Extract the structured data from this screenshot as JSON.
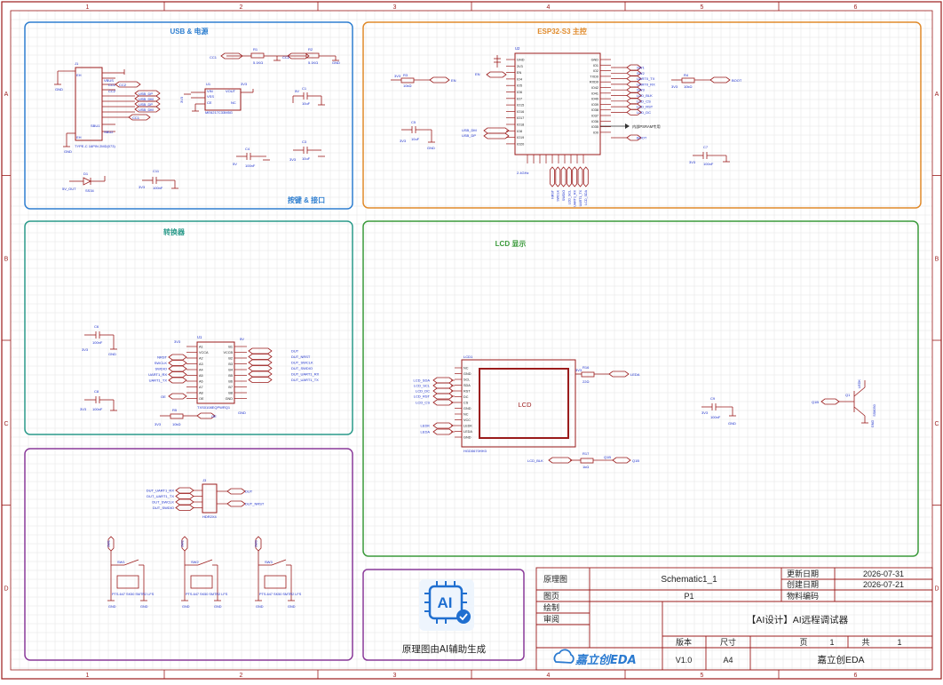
{
  "colors": {
    "grid": "#e3e3e3",
    "frame": "#9b1b1b",
    "wire": "#9b1b1b",
    "label": "#1a2ecc",
    "usb": "#2f7fd0",
    "esp": "#e08a2a",
    "conv": "#2a9a8a",
    "lcd": "#3a9a3a",
    "keys": "#8a3a9a",
    "ai": "#8a3a9a"
  },
  "frame": {
    "top_numbers": [
      "1",
      "2",
      "3",
      "4",
      "5",
      "6"
    ],
    "side_letters": [
      "A",
      "B",
      "C",
      "D"
    ]
  },
  "sections": {
    "usb": {
      "title": "USB & 电源"
    },
    "esp": {
      "title": "ESP32-S3 主控"
    },
    "keys_iface": {
      "title": "按键 & 接口"
    },
    "converter": {
      "title": "转换器"
    },
    "lcd": {
      "title": "LCD 显示",
      "screen_label": "LCD"
    },
    "ai_note": {
      "icon": "ai-chip-icon",
      "icon_text": "AI",
      "caption": "原理图由AI辅助生成"
    }
  },
  "usb_section": {
    "labels": [
      "USB_DP",
      "USB_DM",
      "USB_DP",
      "USB_DM",
      "CC2",
      "CC1",
      "CC1",
      "CC2",
      "5V_OUT",
      "D1",
      "SS34",
      "U1",
      "VIN",
      "VSS",
      "CE",
      "VOUT",
      "NC",
      "ME6217C33M5G",
      "C1",
      "10uF",
      "C4",
      "100nF",
      "C3",
      "10uF",
      "C11",
      "100nF",
      "R1",
      "5.1KΩ",
      "R2",
      "5.1KΩ",
      "3V3",
      "5V",
      "GND",
      "J1",
      "TYPE-C 16PIN 2MD(073)",
      "EH",
      "EH",
      "SBU1",
      "SBU2",
      "VBUS"
    ]
  },
  "esp_section": {
    "chip_ref": "U2",
    "left_pins": [
      "GND",
      "3V3",
      "EN",
      "IO4",
      "IO5",
      "IO6",
      "IO7",
      "IO15",
      "IO16",
      "IO17",
      "IO18",
      "IO8",
      "IO19",
      "IO20"
    ],
    "right_pins": [
      "GND",
      "IO1",
      "IO2",
      "TXD0",
      "RXD0",
      "IO42",
      "IO41",
      "IO40",
      "IO39",
      "IO38",
      "IO37",
      "IO36",
      "IO35",
      "IO0"
    ],
    "right_nets": [
      "SW1",
      "SW2",
      "UART0_TX",
      "UART0_RX",
      "SW3",
      "LCD_BLK",
      "LCD_CS",
      "LCD_RST",
      "LCD_DC",
      "BOOT"
    ],
    "left_nets": [
      "EN",
      "USB_DM",
      "USB_DP"
    ],
    "misc": [
      "3V3",
      "10kΩ",
      "R3",
      "EN",
      "C5",
      "10uF",
      "GND",
      "R4",
      "10kΩ",
      "BOOT",
      "C7",
      "100nF",
      "内部PSRAM专用",
      "2.4GHz"
    ],
    "bottom_nets": [
      "NRST",
      "SWCLK",
      "SWDIO",
      "LCD_SCL",
      "UART1_RX",
      "UART1_TX",
      "LCD_SDA"
    ]
  },
  "converter_section": {
    "chip_ref": "U1",
    "chip_name": "TXS0108EQPWRQ1",
    "left_pins": [
      "A1",
      "VCCA",
      "A2",
      "A3",
      "A4",
      "A5",
      "A6",
      "A7",
      "A8",
      "OE"
    ],
    "right_pins": [
      "B1",
      "VCCB",
      "B2",
      "B3",
      "B4",
      "B5",
      "B6",
      "B7",
      "B8",
      "GND"
    ],
    "left_nets": [
      "NRST",
      "SWCLK",
      "SWDIO",
      "UART1_RX",
      "UART1_TX"
    ],
    "right_nets": [
      "DUT",
      "DUT_NRST",
      "DUT_SWCLK",
      "DUT_SWDIO",
      "DUT_UART1_RX",
      "DUT_UART1_TX"
    ],
    "misc": [
      "C6",
      "100nF",
      "C8",
      "100nF",
      "3V3",
      "5V",
      "GND",
      "OE",
      "R5",
      "10kΩ",
      "OE"
    ]
  },
  "keys_section": {
    "header_ref": "J3",
    "header_name": "HDR2X4",
    "left_nets": [
      "DUT_UART1_RX",
      "DUT_UART1_TX",
      "DUT_SWCLK",
      "DUT_SWDIO"
    ],
    "right_nets": [
      "DUT",
      "DUT_NRST"
    ],
    "switches": [
      {
        "ref": "SW1",
        "net": "SW1",
        "part": "PTS-647 SK50 SMTR2 LFS"
      },
      {
        "ref": "SW2",
        "net": "SW2",
        "part": "PTS-647 SK50 SMTR2 LFS"
      },
      {
        "ref": "SW3",
        "net": "SW3",
        "part": "PTS-647 SK50 SMTR2 LFS"
      }
    ],
    "gnd": "GND"
  },
  "lcd_section": {
    "ref": "LCD1",
    "part": "HGD0670HH3",
    "pins": [
      "NC",
      "GND",
      "SCL",
      "SDA",
      "RST",
      "DC",
      "CS",
      "GND",
      "NC",
      "VCC",
      "LEDK",
      "LEDA",
      "GND"
    ],
    "nets": [
      "LCD_SDA",
      "LCD_SCL",
      "LCD_DC",
      "LCD_RST",
      "LCD_CS",
      "LEDK",
      "LEDA"
    ],
    "misc": [
      "R16",
      "22Ω",
      "LEDA",
      "3V3",
      "C9",
      "100nF",
      "GND",
      "LCD_BLK",
      "R17",
      "1kΩ",
      "Q1B",
      "Q1B",
      "Q1",
      "SS8050",
      "LEDK",
      "GND"
    ]
  },
  "title_block": {
    "labels": {
      "schematic": "原理图",
      "page": "图页",
      "drawn": "绘制",
      "review": "审阅",
      "version": "版本",
      "size": "尺寸",
      "page_num": "页",
      "of": "共",
      "updated": "更新日期",
      "created": "创建日期",
      "material": "物料编码"
    },
    "values": {
      "schematic": "Schematic1_1",
      "page": "P1",
      "updated": "2026-07-31",
      "created": "2026-07-21",
      "project": "【AI设计】AI远程调试器",
      "version": "V1.0",
      "size": "A4",
      "page_num": "1",
      "of": "1",
      "company": "嘉立创EDA",
      "logo_text": "嘉立创EDA"
    }
  }
}
